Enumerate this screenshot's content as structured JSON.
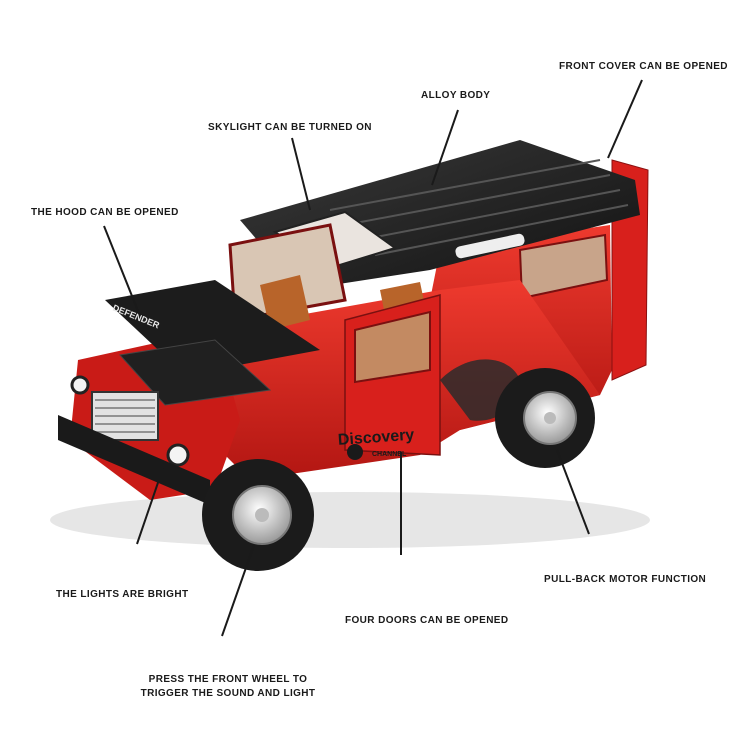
{
  "labels": {
    "front_cover": "FRONT COVER CAN BE OPENED",
    "alloy_body": "ALLOY BODY",
    "skylight": "SKYLIGHT CAN BE TURNED ON",
    "hood": "THE HOOD CAN BE OPENED",
    "lights": "THE LIGHTS ARE BRIGHT",
    "four_doors": "FOUR DOORS CAN BE OPENED",
    "pull_back": "PULL-BACK MOTOR FUNCTION",
    "front_wheel_line1": "PRESS THE FRONT WHEEL TO",
    "front_wheel_line2": "TRIGGER THE SOUND AND LIGHT"
  },
  "car": {
    "hood_text": "DEFENDER",
    "door_logo": "Discovery",
    "door_sub": "CHANNEL",
    "body_color": "#d8201c",
    "roof_color": "#1e1e1e",
    "interior_color": "#b8642a"
  }
}
